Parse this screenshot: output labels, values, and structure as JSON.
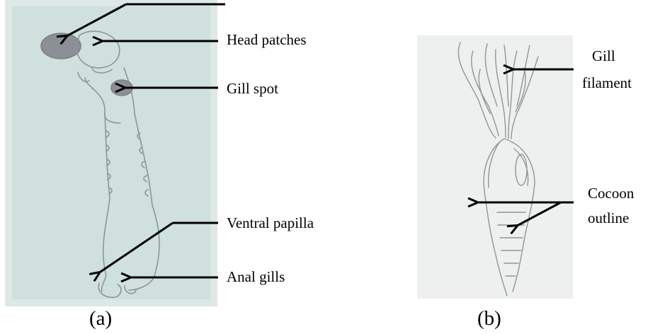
{
  "figure": {
    "panel_a": {
      "caption": "(a)",
      "labels": {
        "head_patches": "Head patches",
        "gill_spot": "Gill spot",
        "ventral_papilla": "Ventral papilla",
        "anal_gills": "Anal gills"
      }
    },
    "panel_b": {
      "caption": "(b)",
      "labels": {
        "gill_filament_line1": "Gill",
        "gill_filament_line2": "filament",
        "cocoon_outline_line1": "Cocoon",
        "cocoon_outline_line2": "outline"
      }
    }
  },
  "colors": {
    "photo_a_bg": "#cfe0dd",
    "photo_b_bg": "#eef0f0",
    "sketch_line": "#8f9597",
    "patch_fill": "#8c8f95",
    "arrow": "#000000"
  }
}
